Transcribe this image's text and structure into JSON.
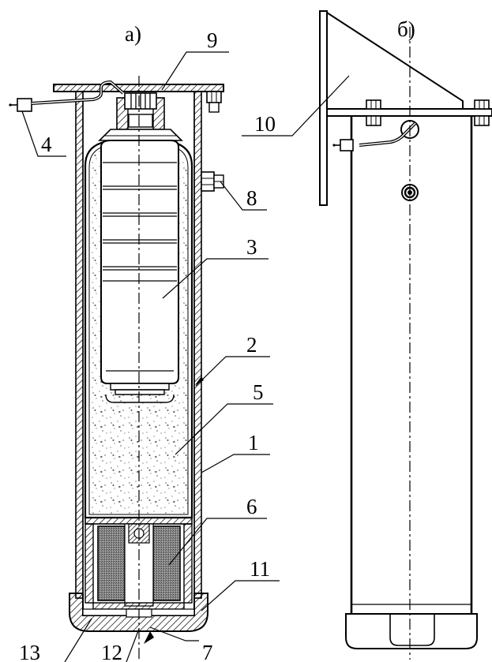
{
  "views": {
    "a": {
      "caption": "а)"
    },
    "b": {
      "caption": "б)"
    }
  },
  "callouts": {
    "c1": "1",
    "c2": "2",
    "c3": "3",
    "c4": "4",
    "c5": "5",
    "c6": "6",
    "c7": "7",
    "c8": "8",
    "c9": "9",
    "c10": "10",
    "c11": "11",
    "c12": "12",
    "c13": "13"
  }
}
